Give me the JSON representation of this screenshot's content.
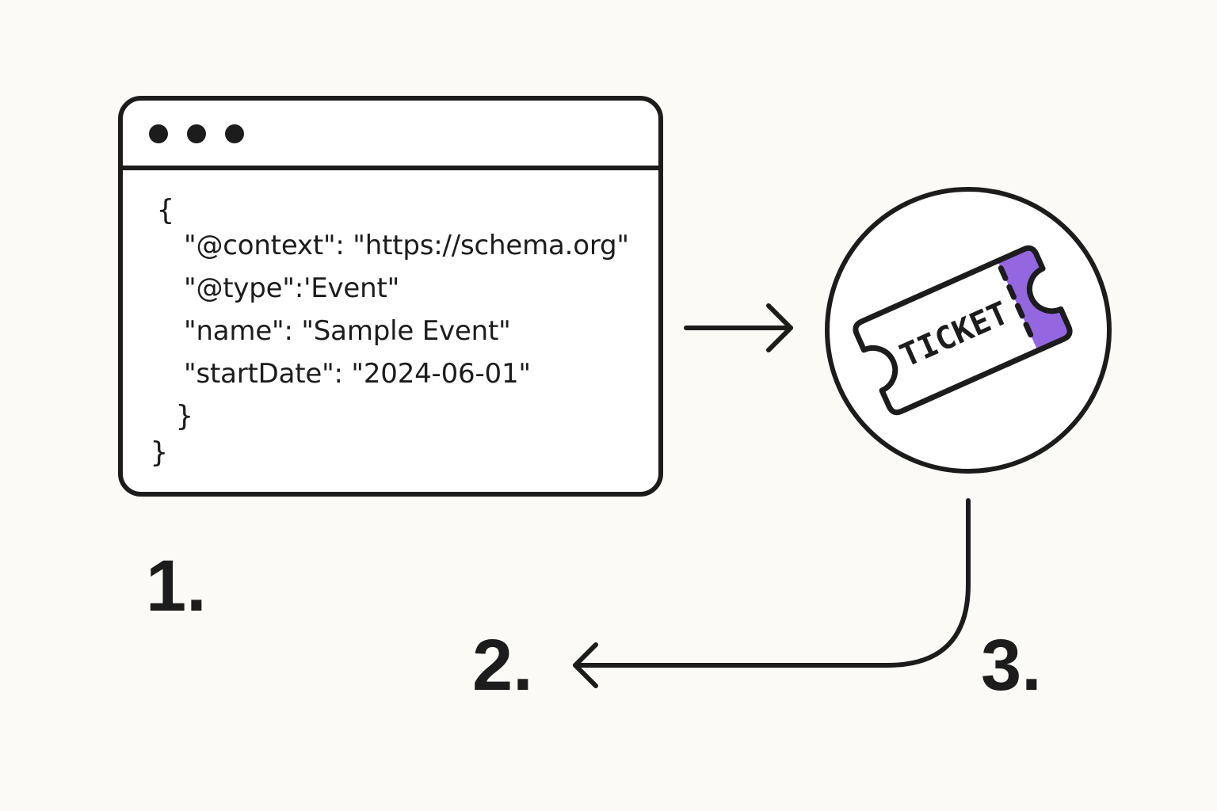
{
  "code": {
    "open_brace": "{",
    "lines": [
      "\"@context\": \"https://schema.org\"",
      "\"@type\":'Event\"",
      "\"name\": \"Sample Event\"",
      "\"startDate\": \"2024-06-01\""
    ],
    "inner_close_brace": "}",
    "close_brace": "}"
  },
  "ticket": {
    "label": "TICKET",
    "accent_color": "#9466e0"
  },
  "steps": [
    "1.",
    "2.",
    "3."
  ],
  "colors": {
    "stroke": "#1c1c1c",
    "background": "#fbfaf7"
  },
  "icons": {
    "window_dots": "three-dots-icon",
    "ticket": "ticket-icon",
    "arrow_right": "arrow-right-icon",
    "arrow_left": "curved-arrow-left-icon"
  }
}
